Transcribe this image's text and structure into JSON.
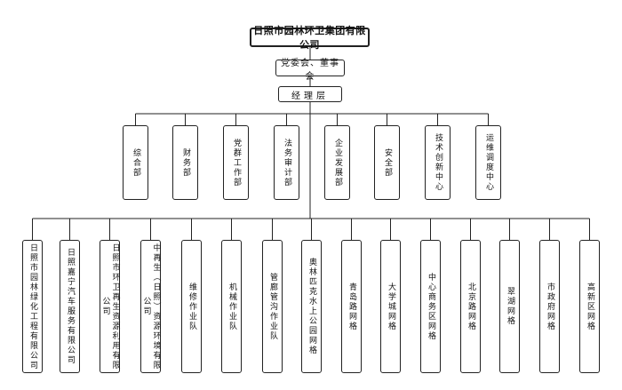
{
  "org_chart": {
    "root": {
      "id": "root",
      "label": "日照市园林环卫集团有限公司"
    },
    "party_board": {
      "id": "party_board",
      "label": "党委会、董事会"
    },
    "management": {
      "id": "management",
      "label": "经理层"
    },
    "departments": [
      {
        "id": "d1",
        "label": "综合部"
      },
      {
        "id": "d2",
        "label": "财务部"
      },
      {
        "id": "d3",
        "label": "党群工作部"
      },
      {
        "id": "d4",
        "label": "法务审计部"
      },
      {
        "id": "d5",
        "label": "企业发展部"
      },
      {
        "id": "d6",
        "label": "安全部"
      },
      {
        "id": "d7",
        "label": "技术创新中心"
      },
      {
        "id": "d8",
        "label": "运维调度中心"
      }
    ],
    "units": [
      {
        "id": "u1",
        "label": "日照市园林绿化工程有限公司"
      },
      {
        "id": "u2",
        "label": "日照嘉宁汽车服务有限公司"
      },
      {
        "id": "u3",
        "label": "日照市环卫再生资源利用有限公司"
      },
      {
        "id": "u4",
        "label": "中再生（日照）资源环境有限公司"
      },
      {
        "id": "u5",
        "label": "维修作业队"
      },
      {
        "id": "u6",
        "label": "机械作业队"
      },
      {
        "id": "u7",
        "label": "管廊管沟作业队"
      },
      {
        "id": "u8",
        "label": "奥林匹克水上公园网格"
      },
      {
        "id": "u9",
        "label": "青岛路网格"
      },
      {
        "id": "u10",
        "label": "大学城网格"
      },
      {
        "id": "u11",
        "label": "中心商务区网格"
      },
      {
        "id": "u12",
        "label": "北京路网格"
      },
      {
        "id": "u13",
        "label": "翠湖网格"
      },
      {
        "id": "u14",
        "label": "市政府网格"
      },
      {
        "id": "u15",
        "label": "高新区网格"
      }
    ]
  }
}
